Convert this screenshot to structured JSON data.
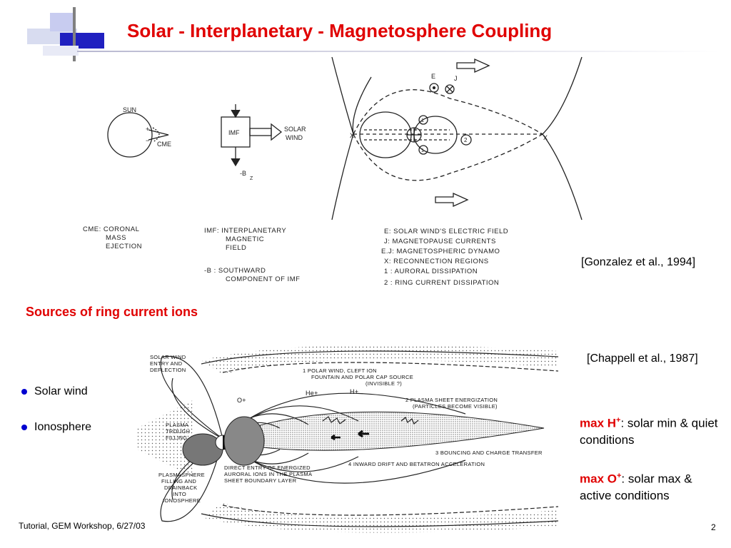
{
  "slide": {
    "title": "Solar - Interplanetary - Magnetosphere  Coupling",
    "footer": "Tutorial, GEM Workshop, 6/27/03",
    "page_number": "2"
  },
  "colors": {
    "title_red": "#e00000",
    "bullet_blue": "#0000d0",
    "logo_blue": "#2020c0"
  },
  "top_figure": {
    "sun_label": "SUN",
    "cme_label": "CME",
    "imf_box_label": "IMF",
    "solar_wind_label": [
      "SOLAR",
      "WIND"
    ],
    "bz_label": "-B",
    "bz_sub": "Z",
    "e_label": "E",
    "j_label": "J",
    "x_label": "X",
    "region1_label": "1",
    "region2_label": "2",
    "legend_left": [
      "CME:  CORONAL",
      "MASS",
      "EJECTION"
    ],
    "legend_mid": [
      "IMF:  INTERPLANETARY",
      "MAGNETIC",
      "FIELD"
    ],
    "legend_bz": [
      "-B :  SOUTHWARD",
      "COMPONENT OF IMF"
    ],
    "legend_right": [
      "E:   SOLAR WIND'S  ELECTRIC  FIELD",
      "J:   MAGNETOPAUSE  CURRENTS",
      "E.J:   MAGNETOSPHERIC  DYNAMO",
      "X:   RECONNECTION  REGIONS",
      "1 :   AURORAL  DISSIPATION",
      "2 :   RING  CURRENT  DISSIPATION"
    ]
  },
  "citations": {
    "top": "[Gonzalez et al., 1994]",
    "bottom": "[Chappell et al., 1987]"
  },
  "section_heading": "Sources of ring current ions",
  "bullets": [
    "Solar wind",
    "Ionosphere"
  ],
  "bottom_figure": {
    "solar_wind_entry": [
      "SOLAR WIND",
      "ENTRY AND",
      "DEFLECTION"
    ],
    "item1": [
      "1  POLAR WIND, CLEFT ION",
      "FOUNTAIN AND POLAR CAP SOURCE",
      "(INVISIBLE ?)"
    ],
    "item2": [
      "2  PLASMA SHEET ENERGIZATION",
      "(PARTICLES BECOME VISIBLE)"
    ],
    "item3": "3  BOUNCING AND CHARGE TRANSFER",
    "item4": "4  INWARD DRIFT AND BETATRON ACCELERATION",
    "o_plus": "O+",
    "he_plus": "He+",
    "h_plus": "H+",
    "plasma_trough": [
      "PLASMA",
      "TROUGH",
      "FILLING"
    ],
    "plasmasphere": [
      "PLASMASPHERE",
      "FILLING AND",
      "DRAINBACK",
      "INTO",
      "IONOSPHERE"
    ],
    "direct_entry": [
      "DIRECT ENTRY OF ENERGIZED",
      "AURORAL IONS IN THE PLASMA",
      "SHEET BOUNDARY LAYER"
    ]
  },
  "notes": {
    "max_h_label": "max H",
    "max_h_sup": "+",
    "max_h_text": ": solar min & quiet conditions",
    "max_o_label": "max O",
    "max_o_sup": "+",
    "max_o_text": ": solar max & active conditions"
  }
}
